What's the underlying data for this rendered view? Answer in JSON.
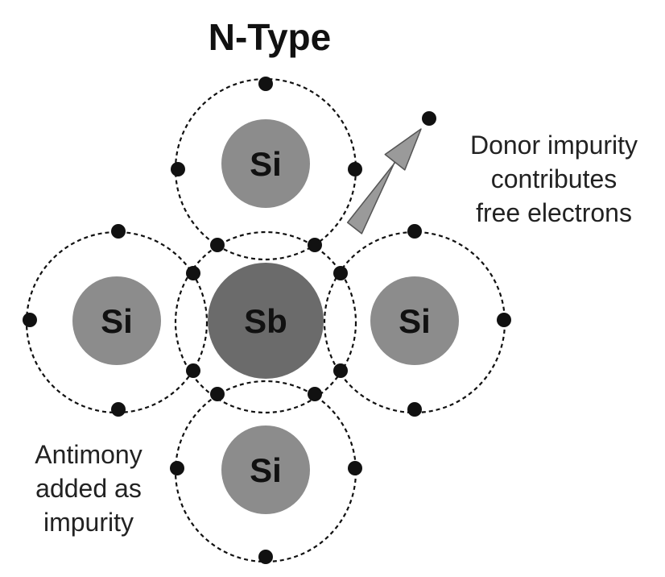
{
  "title": "N-Type",
  "atoms": {
    "top": "Si",
    "left": "Si",
    "center": "Sb",
    "right": "Si",
    "bottom": "Si"
  },
  "colors": {
    "silicon": "#8c8c8c",
    "antimony": "#6b6b6b",
    "electron": "#111111",
    "arrow": "#9a9a9a"
  },
  "annotations": {
    "donor": [
      "Donor impurity",
      "contributes",
      "free electrons"
    ],
    "antimony": [
      "Antimony",
      "added as",
      "impurity"
    ]
  }
}
